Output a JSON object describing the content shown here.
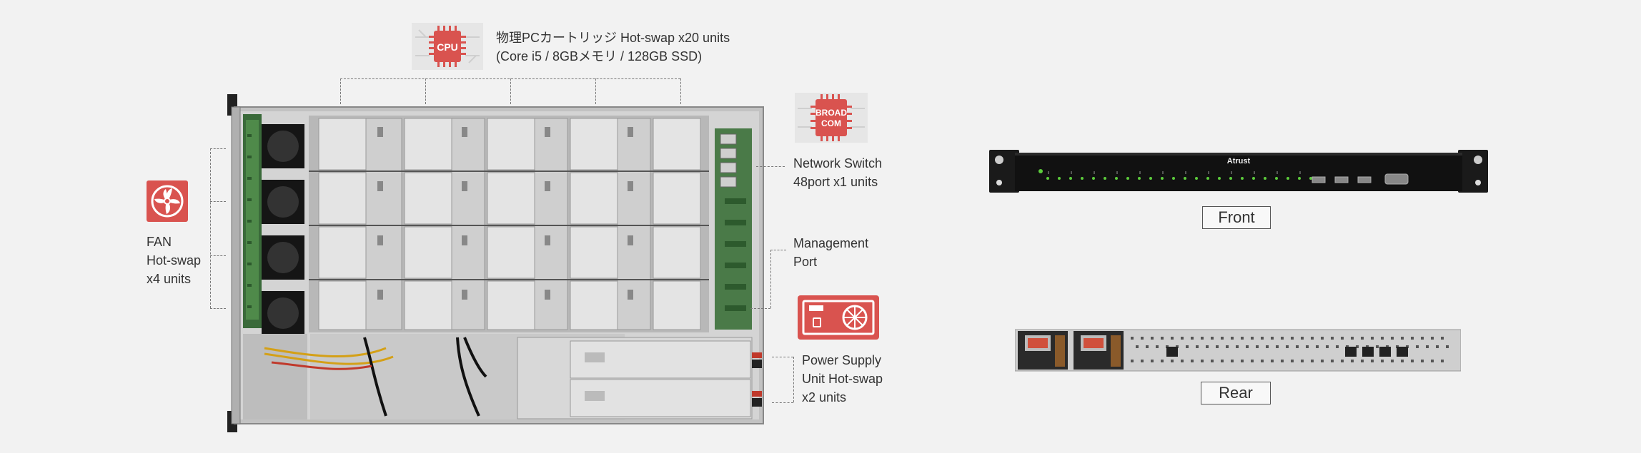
{
  "labels": {
    "cpu": {
      "line1": "物理PCカートリッジ Hot-swap x20 units",
      "line2": "(Core i5 / 8GBメモリ / 128GB SSD)",
      "icon_text": "CPU"
    },
    "fan": {
      "text": "FAN\nHot-swap\nx4 units"
    },
    "network": {
      "text": "Network Switch\n48port x1 units",
      "icon_text_1": "BROAD",
      "icon_text_2": "COM"
    },
    "management": {
      "text": "Management\nPort"
    },
    "psu": {
      "text": "Power Supply\nUnit Hot-swap\nx2 units"
    }
  },
  "front": {
    "caption": "Front",
    "brand": "Atrust"
  },
  "rear": {
    "caption": "Rear"
  },
  "colors": {
    "accent": "#d9534f",
    "background": "#f2f2f2",
    "chassis_dark": "#1c1c1c",
    "chassis_silver": "#c8c8c8",
    "led_green": "#5ccc3c"
  },
  "icons": [
    "cpu-icon",
    "fan-icon",
    "broadcom-chip-icon",
    "power-supply-icon"
  ]
}
